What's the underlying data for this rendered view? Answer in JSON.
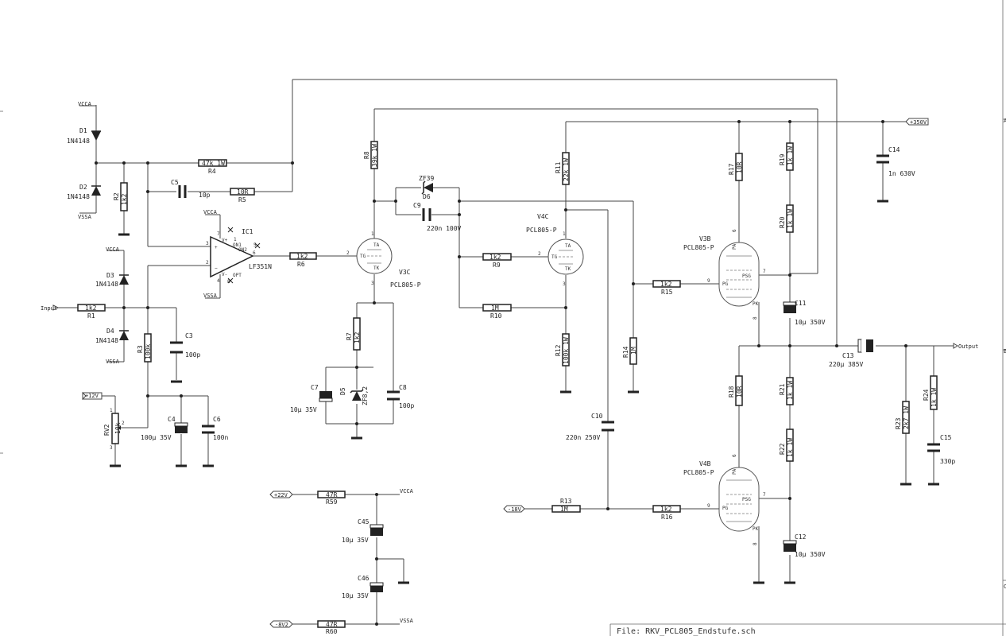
{
  "title_block": {
    "file": "File: RKV_PCL805_Endstufe.sch"
  },
  "border": {
    "markers": [
      "A",
      "B",
      "C"
    ]
  },
  "nets": {
    "vcca": "VCCA",
    "vssa": "VSSA",
    "p12v": "+12V",
    "p22v": "+22V",
    "m8v2": "-8V2",
    "m18v": "-18V",
    "p350v": "+350V",
    "input": "Input",
    "output": "Output"
  },
  "components": {
    "D1": {
      "ref": "D1",
      "value": "1N4148"
    },
    "D2": {
      "ref": "D2",
      "value": "1N4148"
    },
    "D3": {
      "ref": "D3",
      "value": "1N4148"
    },
    "D4": {
      "ref": "D4",
      "value": "1N4148"
    },
    "D5": {
      "ref": "D5",
      "value": "ZF8,2"
    },
    "D6": {
      "ref": "D6",
      "value": "ZF39"
    },
    "R1": {
      "ref": "R1",
      "value": "1k2"
    },
    "R2": {
      "ref": "R2",
      "value": "1k2"
    },
    "R3": {
      "ref": "R3",
      "value": "100k"
    },
    "R4": {
      "ref": "R4",
      "value": "47k 1W"
    },
    "R5": {
      "ref": "R5",
      "value": "10R"
    },
    "R6": {
      "ref": "R6",
      "value": "1k2"
    },
    "R7": {
      "ref": "R7",
      "value": "1k2"
    },
    "R8": {
      "ref": "R8",
      "value": "39k 1W"
    },
    "R9": {
      "ref": "R9",
      "value": "1k2"
    },
    "R10": {
      "ref": "R10",
      "value": "1M"
    },
    "R11": {
      "ref": "R11",
      "value": "22k 1W"
    },
    "R12": {
      "ref": "R12",
      "value": "100k 1W"
    },
    "R13": {
      "ref": "R13",
      "value": "1M"
    },
    "R14": {
      "ref": "R14",
      "value": "1M"
    },
    "R15": {
      "ref": "R15",
      "value": "1k2"
    },
    "R16": {
      "ref": "R16",
      "value": "1k2"
    },
    "R17": {
      "ref": "R17",
      "value": "10R"
    },
    "R18": {
      "ref": "R18",
      "value": "10R"
    },
    "R19": {
      "ref": "R19",
      "value": "1k 1W"
    },
    "R20": {
      "ref": "R20",
      "value": "1k 1W"
    },
    "R21": {
      "ref": "R21",
      "value": "1k 1W"
    },
    "R22": {
      "ref": "R22",
      "value": "1k 1W"
    },
    "R23": {
      "ref": "R23",
      "value": "2k7 1W"
    },
    "R24": {
      "ref": "R24",
      "value": "1k 1W"
    },
    "R59": {
      "ref": "R59",
      "value": "47R"
    },
    "R60": {
      "ref": "R60",
      "value": "47R"
    },
    "RV2": {
      "ref": "RV2",
      "value": "10k"
    },
    "C3": {
      "ref": "C3",
      "value": "100p"
    },
    "C4": {
      "ref": "C4",
      "value": "100µ 35V"
    },
    "C5": {
      "ref": "C5",
      "value": "10p"
    },
    "C6": {
      "ref": "C6",
      "value": "100n"
    },
    "C7": {
      "ref": "C7",
      "value": "10µ 35V"
    },
    "C8": {
      "ref": "C8",
      "value": "100p"
    },
    "C9": {
      "ref": "C9",
      "value": "220n 100V"
    },
    "C10": {
      "ref": "C10",
      "value": "220n 250V"
    },
    "C11": {
      "ref": "C11",
      "value": "10µ 350V"
    },
    "C12": {
      "ref": "C12",
      "value": "10µ 350V"
    },
    "C13": {
      "ref": "C13",
      "value": "220µ 385V"
    },
    "C14": {
      "ref": "C14",
      "value": "1n 630V"
    },
    "C15": {
      "ref": "C15",
      "value": "330p"
    },
    "C45": {
      "ref": "C45",
      "value": "10µ 35V"
    },
    "C46": {
      "ref": "C46",
      "value": "10µ 35V"
    },
    "IC1": {
      "ref": "IC1",
      "value": "LF351N"
    },
    "V3C": {
      "ref": "V3C",
      "value": "PCL805-P"
    },
    "V4C": {
      "ref": "V4C",
      "value": "PCL805-P"
    },
    "V3B": {
      "ref": "V3B",
      "value": "PCL805-P"
    },
    "V4B": {
      "ref": "V4B",
      "value": "PCL805-P"
    }
  },
  "pins": {
    "opamp": {
      "p7": "7",
      "p3": "3",
      "p2": "2",
      "p4": "4",
      "p6": "6",
      "p5": "5",
      "p8": "8",
      "p1": "1",
      "vp": "V+",
      "vm": "V-",
      "on1": "ON1",
      "on2": "ON2",
      "opt": "OPT",
      "plus": "+",
      "minus": "−"
    },
    "triode": {
      "grid": "2",
      "anode": "1",
      "cathode": "3",
      "tg": "TG",
      "ta": "TA",
      "tk": "TK"
    },
    "pentode": {
      "g1": "9",
      "anode": "6",
      "screen": "7",
      "cathode": "8",
      "pg": "PG",
      "pa": "PA",
      "psg": "PSG",
      "pk": "PK"
    },
    "pot": {
      "p1": "1",
      "p2": "2",
      "p3": "3"
    }
  }
}
